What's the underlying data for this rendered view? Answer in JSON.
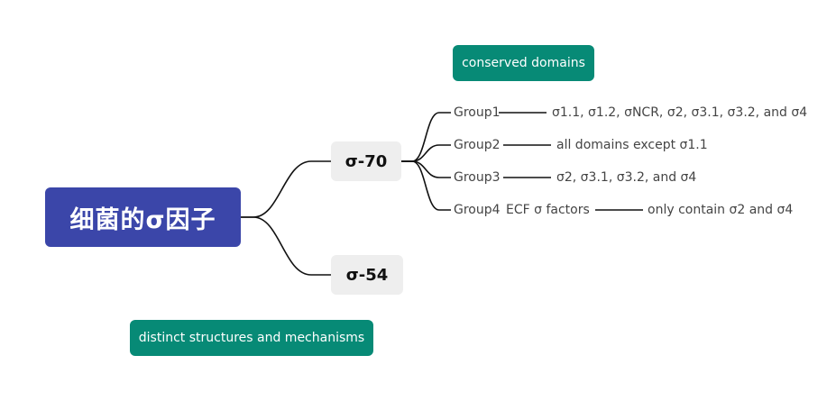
{
  "root": {
    "label": "细菌的σ因子"
  },
  "branches": {
    "sigma70": {
      "label": "σ-70"
    },
    "sigma54": {
      "label": "σ-54"
    }
  },
  "groups": [
    {
      "name": "Group1",
      "detail": "σ1.1, σ1.2, σNCR, σ2, σ3.1, σ3.2, and σ4"
    },
    {
      "name": "Group2",
      "detail": "all domains except σ1.1"
    },
    {
      "name": "Group3",
      "detail": "σ2, σ3.1, σ3.2, and σ4"
    },
    {
      "name": "Group4",
      "sub": "ECF σ factors",
      "detail": "only contain σ2 and σ4"
    }
  ],
  "tags": {
    "conserved": "conserved domains",
    "distinct": "distinct structures and mechanisms"
  },
  "colors": {
    "root": "#3b46a9",
    "tag": "#078a76",
    "branch": "#eeeeee",
    "line": "#111111"
  }
}
